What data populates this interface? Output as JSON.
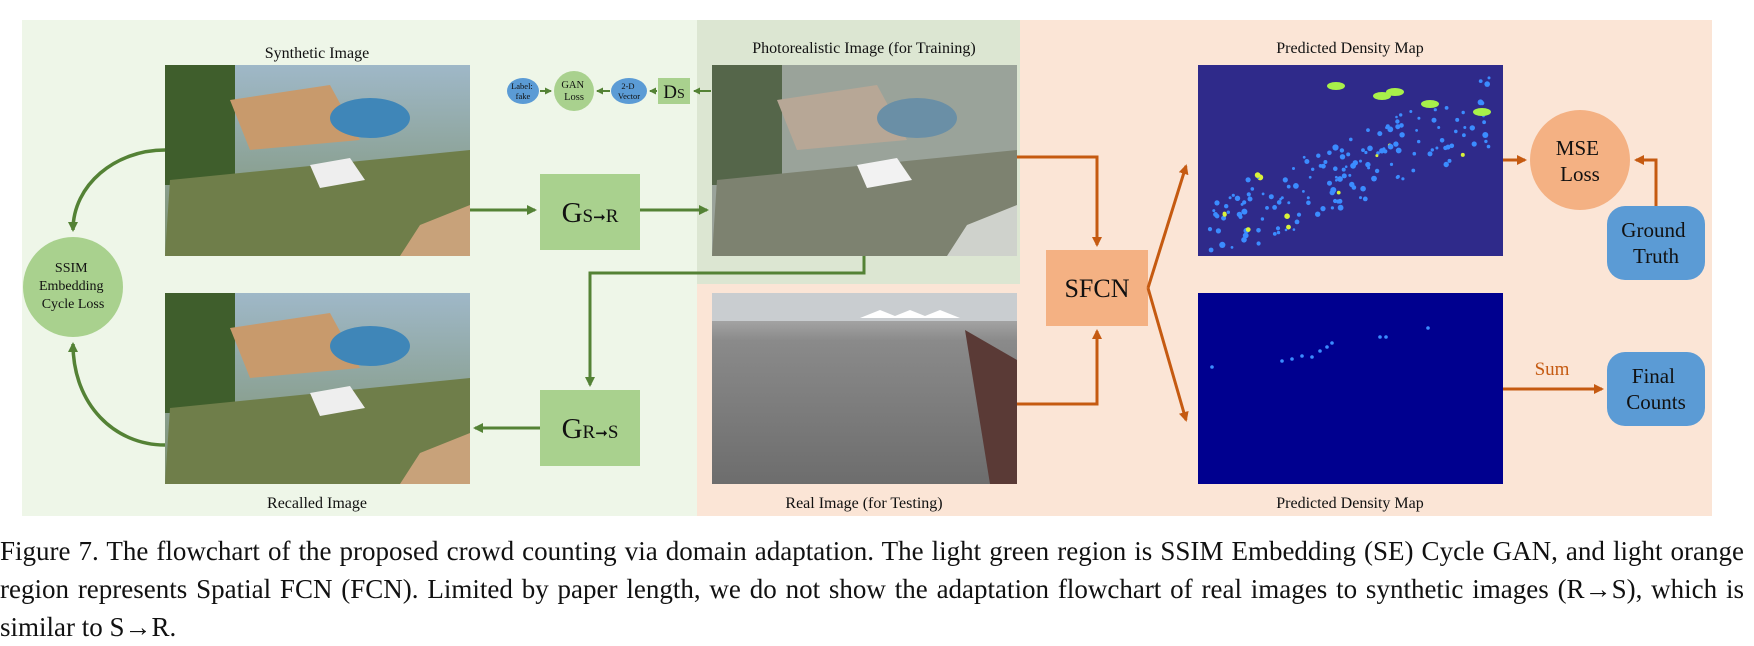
{
  "labels": {
    "synthetic_image": "Synthetic Image",
    "recalled_image": "Recalled Image",
    "photorealistic_image": "Photorealistic Image (for Training)",
    "real_image": "Real Image (for Testing)",
    "predicted_density_map_top": "Predicted Density Map",
    "predicted_density_map_bottom": "Predicted Density Map"
  },
  "nodes": {
    "ssim_loss": [
      "SSIM",
      "Embedding",
      "Cycle Loss"
    ],
    "label_fake": [
      "Label:",
      "fake"
    ],
    "gan_loss": [
      "GAN",
      "Loss"
    ],
    "vector_2d": [
      "2-D",
      "Vector"
    ],
    "ds": {
      "main": "D",
      "sub": "S"
    },
    "g_s_to_r": {
      "main": "G",
      "sub": "S",
      "arrow": "➞",
      "sub2": "R"
    },
    "g_r_to_s": {
      "main": "G",
      "sub": "R",
      "arrow": "➞",
      "sub2": "S"
    },
    "sfcn": "SFCN",
    "mse_loss": [
      "MSE",
      "Loss"
    ],
    "ground_truth": [
      "Ground",
      "Truth"
    ],
    "final_counts": [
      "Final",
      "Counts"
    ]
  },
  "edge_labels": {
    "sum": "Sum"
  },
  "caption": "Figure 7. The flowchart of the proposed crowd counting via domain adaptation.  The light green region is SSIM Embedding (SE) Cycle GAN, and light orange region represents Spatial FCN (FCN). Limited by paper length, we do not show the adaptation flowchart of real images to synthetic images (R→S), which is similar to S→R.",
  "colors": {
    "green_region": "#eef6e8",
    "green_region_dark": "#dce6d2",
    "orange_region": "#fbe5d6",
    "green_node": "#a9d18e",
    "green_arrow": "#548235",
    "orange_node": "#f4b183",
    "orange_arrow": "#c55a11",
    "blue_node": "#5b9bd5",
    "density_bg": "#2f2a8a",
    "density_bg2": "#00008f"
  },
  "icons": {
    "synthetic_image": "crowd-scene-image",
    "recalled_image": "crowd-scene-image",
    "photorealistic_image": "crowd-scene-image",
    "real_image": "plaza-scene-image",
    "density_top": "density-heatmap",
    "density_bottom": "density-heatmap"
  }
}
